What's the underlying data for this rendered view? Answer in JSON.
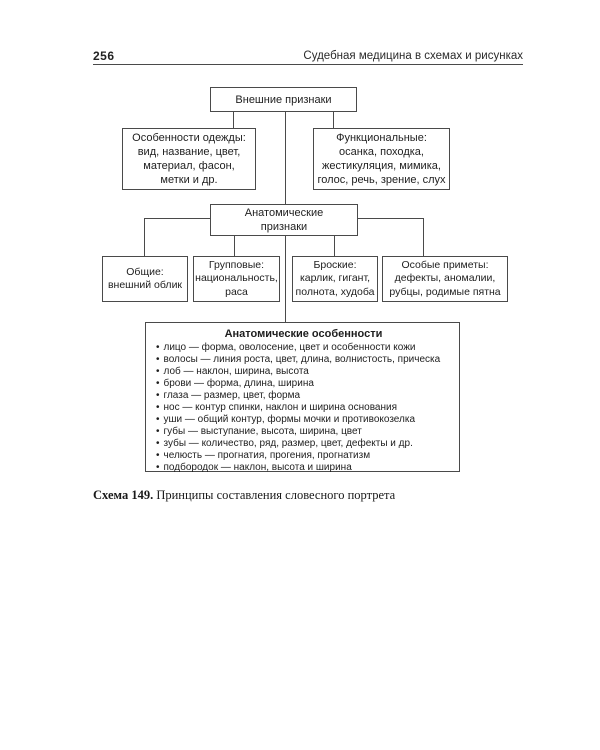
{
  "header": {
    "page_number": "256",
    "running_title": "Судебная медицина в схемах и рисунках"
  },
  "diagram": {
    "root": {
      "label": "Внешние признаки"
    },
    "clothing": {
      "text": "Особенности одежды:\nвид, название, цвет,\nматериал, фасон,\nметки и др."
    },
    "functional": {
      "text": "Функциональные:\nосанка, походка,\nжестикуляция, мимика,\nголос, речь, зрение, слух"
    },
    "anatomical": {
      "text": "Анатомические\nпризнаки"
    },
    "general": {
      "text": "Общие:\nвнешний облик"
    },
    "group": {
      "text": "Групповые:\nнациональность,\nраса"
    },
    "conspicuous": {
      "text": "Броские:\nкарлик, гигант,\nполнота, худоба"
    },
    "special_marks": {
      "text": "Особые приметы:\nдефекты, аномалии,\nрубцы, родимые пятна"
    },
    "features": {
      "title": "Анатомические особенности",
      "items": [
        "лицо — форма, оволосение, цвет и особенности кожи",
        "волосы — линия роста, цвет, длина, волнистость, прическа",
        "лоб — наклон, ширина, высота",
        "брови — форма, длина, ширина",
        "глаза — размер, цвет, форма",
        "нос — контур спинки, наклон и ширина основания",
        "уши — общий контур, формы мочки и противокозелка",
        "губы — выступание, высота, ширина, цвет",
        "зубы — количество, ряд, размер, цвет, дефекты и др.",
        "челюсть — прогнатия, прогения, прогнатизм",
        "подбородок — наклон, высота и ширина"
      ]
    }
  },
  "caption": {
    "label": "Схема 149.",
    "text": " Принципы составления словесного портрета"
  },
  "colors": {
    "ink": "#1e1e1e",
    "line": "#4a4a4a",
    "background": "#ffffff"
  }
}
